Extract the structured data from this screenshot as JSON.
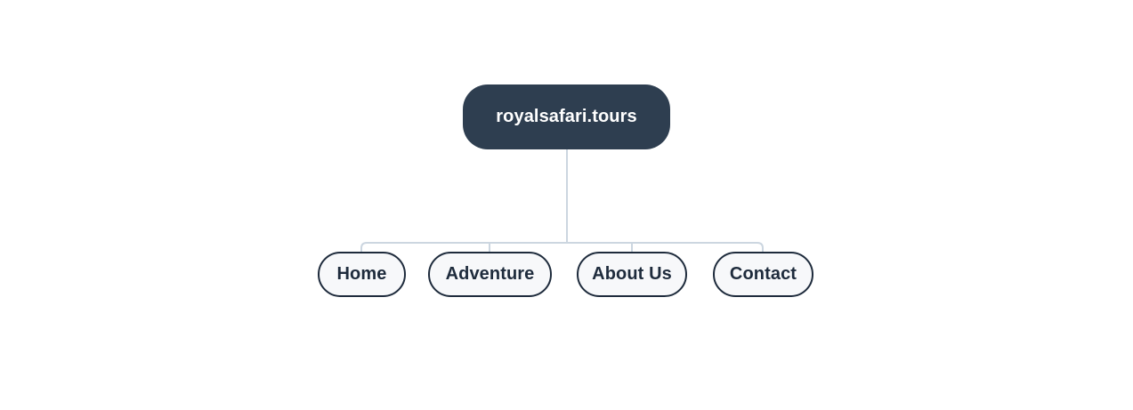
{
  "diagram": {
    "type": "sitemap-tree",
    "background_color": "#ffffff",
    "connector_color": "#ccd6e0",
    "root": {
      "label": "royalsafari.tours",
      "fill_color": "#2e3e50",
      "text_color": "#ffffff"
    },
    "children": [
      {
        "label": "Home",
        "fill_color": "#f7f8fa",
        "border_color": "#1e2b3c",
        "text_color": "#1e2b3c"
      },
      {
        "label": "Adventure",
        "fill_color": "#f7f8fa",
        "border_color": "#1e2b3c",
        "text_color": "#1e2b3c"
      },
      {
        "label": "About Us",
        "fill_color": "#f7f8fa",
        "border_color": "#1e2b3c",
        "text_color": "#1e2b3c"
      },
      {
        "label": "Contact",
        "fill_color": "#f7f8fa",
        "border_color": "#1e2b3c",
        "text_color": "#1e2b3c"
      }
    ]
  }
}
